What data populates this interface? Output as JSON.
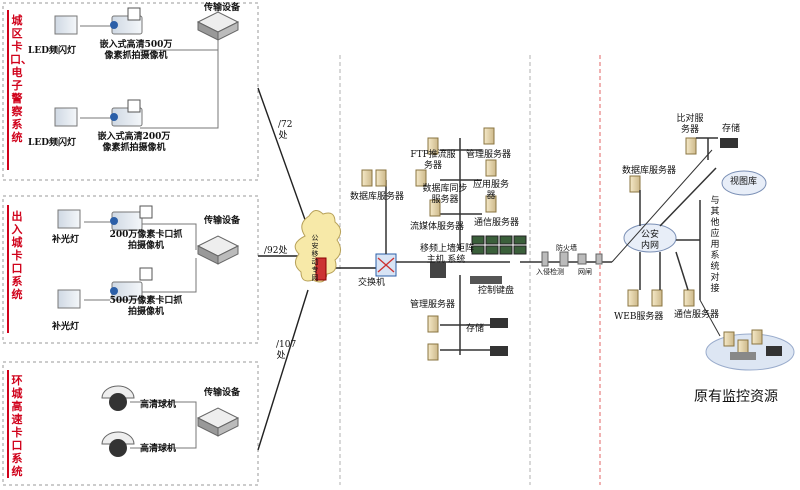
{
  "sections": {
    "city_checkpoint": {
      "title": "城区卡口、电子警察系统",
      "led1": "LED频闪灯",
      "led2": "LED频闪灯",
      "cam500": [
        "嵌入式高清500万",
        "像素抓拍摄像机"
      ],
      "cam200": [
        "嵌入式高清200万",
        "像素抓拍摄像机"
      ],
      "transmission": "传输设备",
      "link": "/72处"
    },
    "exit_checkpoint": {
      "title": "出入城卡口系统",
      "fill1": "补光灯",
      "fill2": "补光灯",
      "cam200": [
        "200万像素卡口抓",
        "拍摄像机"
      ],
      "cam500": [
        "500万像素卡口抓",
        "拍摄像机"
      ],
      "transmission": "传输设备",
      "link": "/92处"
    },
    "ring_checkpoint": {
      "title": "环城高速卡口系统",
      "dome1": "高清球机",
      "dome2": "高清球机",
      "transmission": "传输设备",
      "link": "/107处"
    }
  },
  "network": {
    "cloud": "公安移动专网",
    "switch": "交换机"
  },
  "center": {
    "db_server": "数据库服务器",
    "ftp": [
      "FTP推流服",
      "务器"
    ],
    "mgmt1": "管理服务器",
    "db_sync": [
      "数据库同步",
      "服务器"
    ],
    "app": [
      "应用服务",
      "器"
    ],
    "stream": "流媒体服务器",
    "comm": "通信服务器",
    "decoder": [
      "移频上墙矩阵",
      "主机 系统"
    ],
    "keyboard": "控制键盘",
    "mgmt2": "管理服务器",
    "storage": "存储"
  },
  "gap": {
    "label1": "入侵检测",
    "label2": "防火墙",
    "label3": "网闸"
  },
  "police": {
    "compare": [
      "比对服",
      "务器"
    ],
    "storage": "存储",
    "db_server": "数据库服务器",
    "image_lib": "视图库",
    "intranet": [
      "公安",
      "内网"
    ],
    "other_apps": "与其他应用系统对接",
    "web": "WEB服务器",
    "comm": "通信服务器",
    "original": "原有监控资源"
  }
}
